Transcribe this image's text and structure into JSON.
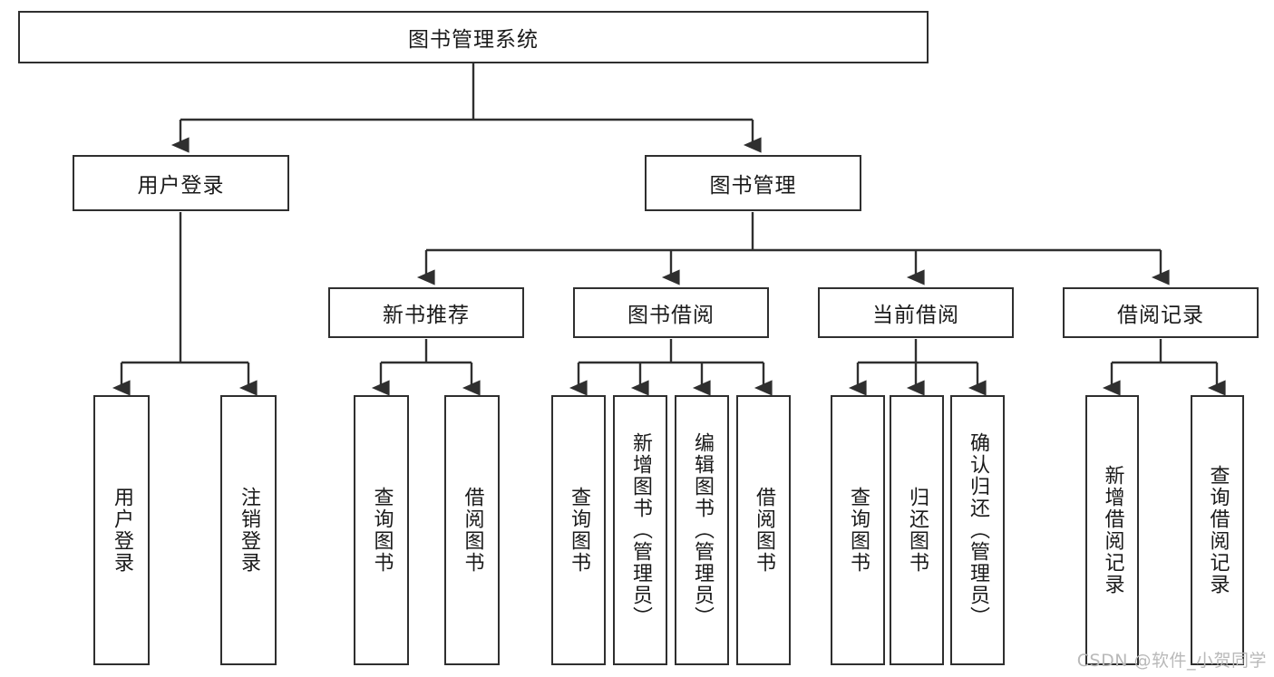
{
  "diagram": {
    "title": "图书管理系统",
    "type": "hierarchy-tree",
    "watermark": "CSDN @软件_小贺同学",
    "colors": {
      "box_border": "#2f2f2f",
      "box_fill": "#ffffff",
      "edge": "#2f2f2f",
      "text": "#1a1a1a",
      "watermark": "#b9b9b9"
    },
    "levels": {
      "root": {
        "label": "图书管理系统"
      },
      "level2": [
        {
          "id": "user-login",
          "label": "用户登录"
        },
        {
          "id": "book-manage",
          "label": "图书管理"
        }
      ],
      "level3": [
        {
          "id": "new-book-recommend",
          "label": "新书推荐"
        },
        {
          "id": "book-borrow",
          "label": "图书借阅"
        },
        {
          "id": "current-borrow",
          "label": "当前借阅"
        },
        {
          "id": "borrow-record",
          "label": "借阅记录"
        }
      ],
      "leaves": {
        "user-login": [
          {
            "id": "leaf-user-login",
            "label": "用户登录"
          },
          {
            "id": "leaf-logout-login",
            "label": "注销登录"
          }
        ],
        "new-book-recommend": [
          {
            "id": "leaf-query-book-1",
            "label": "查询图书"
          },
          {
            "id": "leaf-borrow-book-1",
            "label": "借阅图书"
          }
        ],
        "book-borrow": [
          {
            "id": "leaf-query-book-2",
            "label": "查询图书"
          },
          {
            "id": "leaf-add-book-admin",
            "label": "新增图书（管理员）"
          },
          {
            "id": "leaf-edit-book-admin",
            "label": "编辑图书（管理员）"
          },
          {
            "id": "leaf-borrow-book-2",
            "label": "借阅图书"
          }
        ],
        "current-borrow": [
          {
            "id": "leaf-query-book-3",
            "label": "查询图书"
          },
          {
            "id": "leaf-return-book",
            "label": "归还图书"
          },
          {
            "id": "leaf-confirm-return-admin",
            "label": "确认归还（管理员）"
          }
        ],
        "borrow-record": [
          {
            "id": "leaf-add-borrow-record",
            "label": "新增借阅记录"
          },
          {
            "id": "leaf-query-borrow-record",
            "label": "查询借阅记录"
          }
        ]
      }
    }
  }
}
